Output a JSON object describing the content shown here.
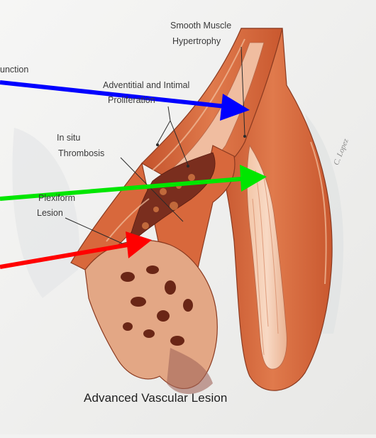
{
  "labels": {
    "function": "unction",
    "smooth_muscle": [
      "Smooth Muscle",
      "Hypertrophy"
    ],
    "adventitial": [
      "Adventitial and Intimal",
      "Proliferation"
    ],
    "thrombosis": [
      "In situ",
      "Thrombosis"
    ],
    "plexiform": [
      "Plexiform",
      "Lesion"
    ]
  },
  "caption": "Advanced Vascular Lesion",
  "signature": "C. Lopez",
  "arrows": {
    "blue": "#0000ff",
    "green": "#00e600",
    "red": "#ff0000"
  }
}
